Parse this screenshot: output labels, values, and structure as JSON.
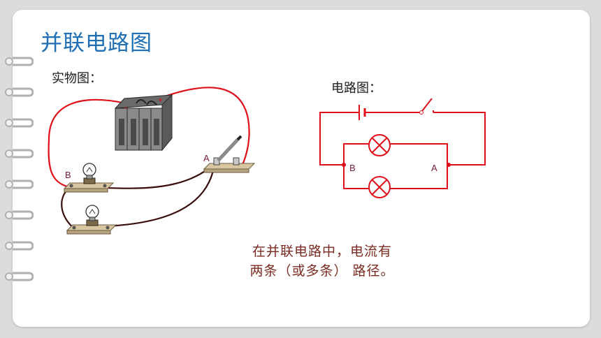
{
  "slide": {
    "title": "并联电路图",
    "physical_label": "实物图：",
    "circuit_label": "电路图：",
    "description_line1": "在并联电路中，电流有",
    "description_line2": "两条（或多条） 路径。"
  },
  "physical_diagram": {
    "node_a": "A",
    "node_b": "B",
    "battery_minus": "−",
    "battery_plus": "+"
  },
  "circuit_diagram": {
    "node_a": "A",
    "node_b": "B"
  },
  "colors": {
    "title": "#1f6fb5",
    "wire_red": "#e0101a",
    "wire_dark": "#3a0d0d",
    "description": "#7a2a20",
    "node_label": "#7a1a3a"
  }
}
